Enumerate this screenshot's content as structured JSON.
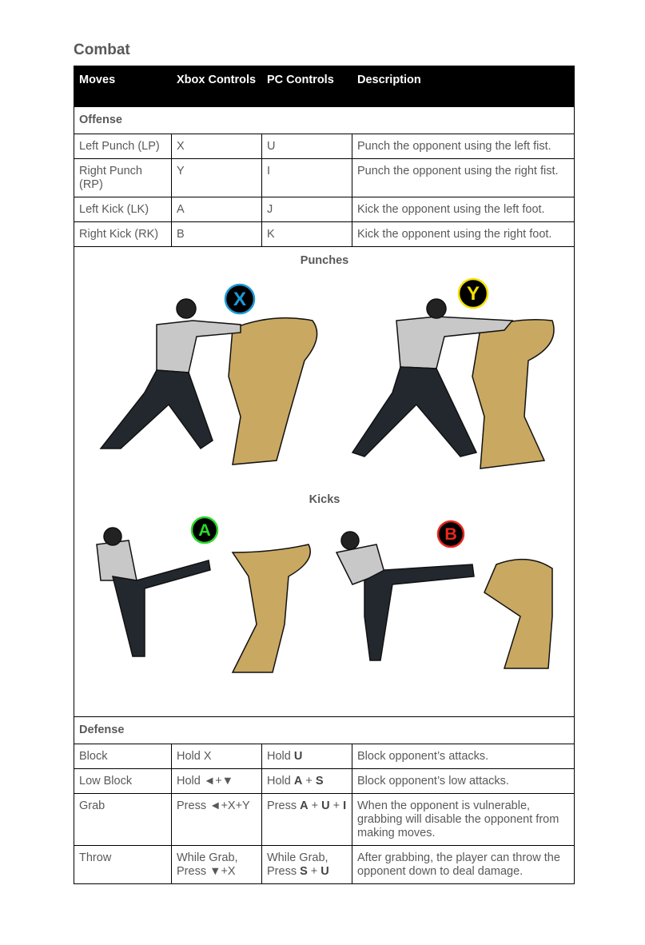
{
  "title": "Combat",
  "headers": [
    "Moves",
    "Xbox Controls",
    "PC Controls",
    "Description"
  ],
  "offense": {
    "label": "Offense",
    "rows": [
      {
        "move": "Left Punch (LP)",
        "xbox": [
          {
            "t": "X"
          }
        ],
        "pc": [
          {
            "t": "U"
          }
        ],
        "desc": "Punch the opponent using the left fist."
      },
      {
        "move": "Right Punch (RP)",
        "xbox": [
          {
            "t": "Y"
          }
        ],
        "pc": [
          {
            "t": "I"
          }
        ],
        "desc": "Punch the opponent using the right fist."
      },
      {
        "move": "Left Kick (LK)",
        "xbox": [
          {
            "t": "A"
          }
        ],
        "pc": [
          {
            "t": "J"
          }
        ],
        "desc": "Kick the opponent using the left foot."
      },
      {
        "move": "Right Kick (RK)",
        "xbox": [
          {
            "t": "B"
          }
        ],
        "pc": [
          {
            "t": "K"
          }
        ],
        "desc": "Kick the opponent using the right foot."
      }
    ]
  },
  "illustration": {
    "punches_label": "Punches",
    "kicks_label": "Kicks",
    "buttons": [
      {
        "label": "X",
        "color": "#1b9bd7"
      },
      {
        "label": "Y",
        "color": "#f5e000"
      },
      {
        "label": "A",
        "color": "#2bd82b"
      },
      {
        "label": "B",
        "color": "#e8281e"
      }
    ]
  },
  "defense": {
    "label": "Defense",
    "rows": [
      {
        "move": "Block",
        "xbox": [
          {
            "t": "Hold X"
          }
        ],
        "pc": [
          {
            "t": "Hold "
          },
          {
            "t": "U",
            "b": true
          }
        ],
        "desc": "Block opponent’s attacks."
      },
      {
        "move": "Low Block",
        "xbox": [
          {
            "t": "Hold ◄+▼"
          }
        ],
        "pc": [
          {
            "t": "Hold "
          },
          {
            "t": "A",
            "b": true
          },
          {
            "t": " + "
          },
          {
            "t": "S",
            "b": true
          }
        ],
        "desc": "Block opponent’s low attacks."
      },
      {
        "move": "Grab",
        "xbox": [
          {
            "t": "Press ◄+X+Y"
          }
        ],
        "pc": [
          {
            "t": "Press "
          },
          {
            "t": "A",
            "b": true
          },
          {
            "t": " + "
          },
          {
            "t": "U",
            "b": true
          },
          {
            "t": " + "
          },
          {
            "t": "I",
            "b": true
          }
        ],
        "desc": "When the opponent is vulnerable, grabbing will disable the opponent from making moves."
      },
      {
        "move": "Throw",
        "xbox": [
          {
            "t": "While Grab, Press ▼+X"
          }
        ],
        "pc": [
          {
            "t": "While Grab, Press "
          },
          {
            "t": "S",
            "b": true
          },
          {
            "t": " + "
          },
          {
            "t": "U",
            "b": true
          }
        ],
        "desc": "After grabbing, the player can throw the opponent down to deal damage."
      }
    ]
  }
}
